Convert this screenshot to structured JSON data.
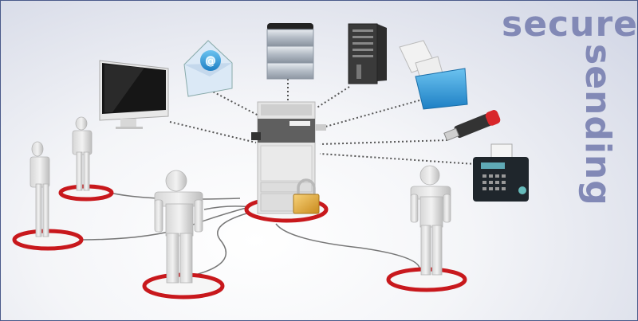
{
  "title": {
    "line1": "secure",
    "line2": "sending"
  },
  "diagram": {
    "center_node": {
      "label": "multifunction-printer",
      "badge": "padlock"
    },
    "destinations": [
      {
        "name": "desktop-computer"
      },
      {
        "name": "email"
      },
      {
        "name": "network-storage"
      },
      {
        "name": "server"
      },
      {
        "name": "folder"
      },
      {
        "name": "usb-drive"
      },
      {
        "name": "fax-machine"
      }
    ],
    "users": [
      {
        "name": "user-far-left"
      },
      {
        "name": "user-back-left"
      },
      {
        "name": "user-front-center"
      },
      {
        "name": "user-front-right"
      }
    ]
  },
  "colors": {
    "title": "#8289b6",
    "ring": "#c8181c",
    "border": "#4a5a8a"
  }
}
